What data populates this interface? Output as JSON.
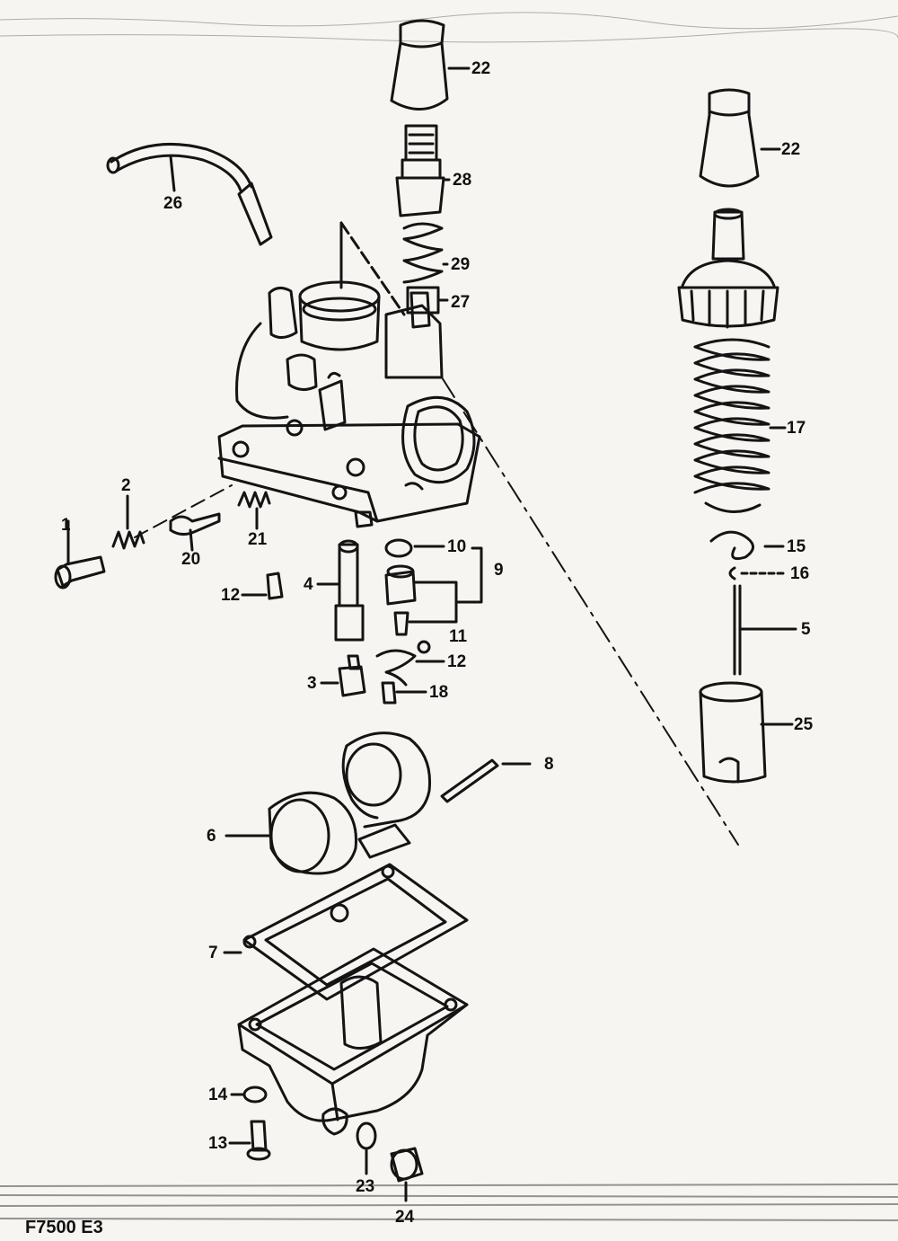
{
  "diagram": {
    "caption": "F7500 E3",
    "ink_color": "#141414",
    "paper_color": "#f6f5f1",
    "callouts": {
      "p1": "1",
      "p2": "2",
      "p3": "3",
      "p4": "4",
      "p5": "5",
      "p6": "6",
      "p7": "7",
      "p8": "8",
      "p9": "9",
      "p10": "10",
      "p11": "11",
      "p12": "12",
      "p12b": "12",
      "p13": "13",
      "p14": "14",
      "p15": "15",
      "p16": "16",
      "p17": "17",
      "p18": "18",
      "p20": "20",
      "p21": "21",
      "p22a": "22",
      "p22b": "22",
      "p23": "23",
      "p24": "24",
      "p25": "25",
      "p26": "26",
      "p27": "27",
      "p28": "28",
      "p29": "29"
    }
  }
}
